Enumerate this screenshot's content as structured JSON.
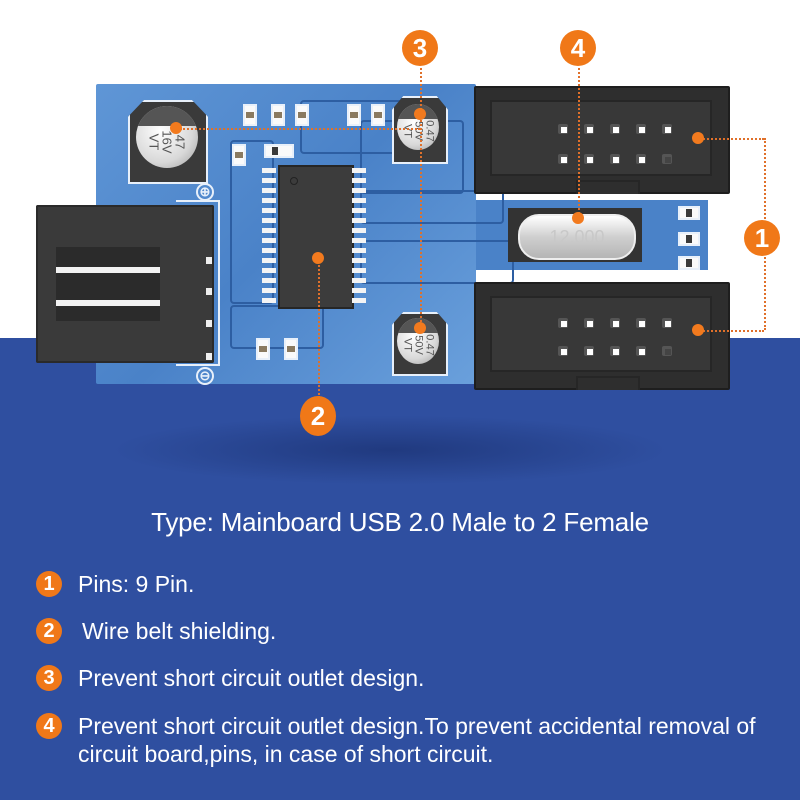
{
  "diagram": {
    "callouts": [
      {
        "id": "1",
        "target": "female headers"
      },
      {
        "id": "2",
        "target": "chip"
      },
      {
        "id": "3",
        "target": "capacitors"
      },
      {
        "id": "4",
        "target": "crystal"
      }
    ],
    "components": {
      "cap_large": {
        "text": "47\n16V\nVT"
      },
      "cap_top": {
        "text": "0.47\n50V\nVT"
      },
      "cap_bottom": {
        "text": "0.47\n50V\nVT"
      },
      "crystal": {
        "text": "12.000"
      },
      "polarity_plus": "⊕",
      "polarity_minus": "⊖"
    }
  },
  "title": "Type: Mainboard USB 2.0 Male to 2 Female",
  "features": [
    {
      "num": "1",
      "text": "Pins: 9 Pin."
    },
    {
      "num": "2",
      "text": "Wire belt shielding."
    },
    {
      "num": "3",
      "text": "Prevent short circuit outlet design."
    },
    {
      "num": "4",
      "text": "Prevent short circuit outlet design.To prevent accidental removal of circuit board,pins, in case of short circuit."
    }
  ],
  "colors": {
    "background_blue": "#2f4fa0",
    "pcb_blue": "#4a82c8",
    "accent_orange": "#f07818",
    "text_white": "#ffffff"
  }
}
